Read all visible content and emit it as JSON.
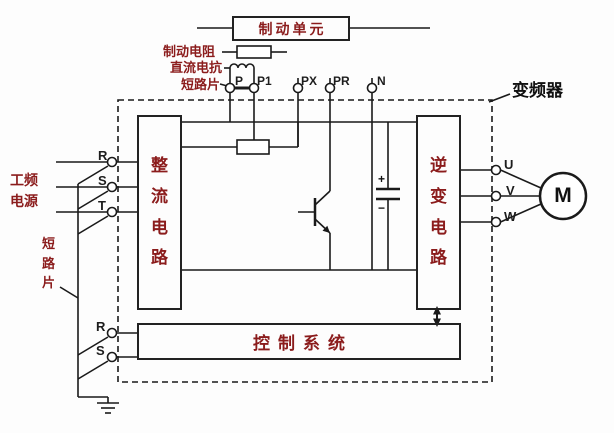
{
  "colors": {
    "label": "#8b1c1c",
    "wire": "#1a1a1a"
  },
  "frame": {
    "label": "变频器"
  },
  "top": {
    "brake_unit": "制动单元",
    "brake_resistor": "制动电阻",
    "dc_reactor": "直流电抗",
    "jumper": "短路片"
  },
  "blocks": {
    "rectifier": "整流电路",
    "inverter": "逆变电路",
    "control": "控制系统"
  },
  "left": {
    "mains": "工频电源",
    "jumper": "短路片"
  },
  "terminals": {
    "dc": [
      "P",
      "P1",
      "PX",
      "PR",
      "N"
    ],
    "input": [
      "R",
      "S",
      "T"
    ],
    "control_input": [
      "R",
      "S"
    ],
    "output": [
      "U",
      "V",
      "W"
    ]
  },
  "capacitor": {
    "plus": "+",
    "minus": "−"
  },
  "motor": {
    "label": "M"
  }
}
